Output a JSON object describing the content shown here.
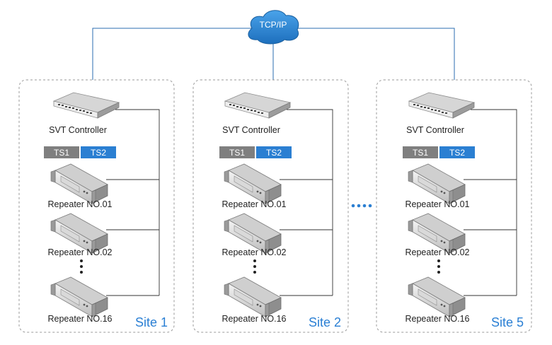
{
  "network": {
    "cloud_label": "TCP/IP"
  },
  "sites": [
    {
      "name": "Site 1",
      "controller_label": "SVT Controller",
      "timeslots": [
        "TS1",
        "TS2"
      ],
      "repeaters": [
        "Repeater NO.01",
        "Repeater NO.02",
        "Repeater NO.16"
      ]
    },
    {
      "name": "Site 2",
      "controller_label": "SVT Controller",
      "timeslots": [
        "TS1",
        "TS2"
      ],
      "repeaters": [
        "Repeater NO.01",
        "Repeater NO.02",
        "Repeater NO.16"
      ]
    },
    {
      "name": "Site 5",
      "controller_label": "SVT Controller",
      "timeslots": [
        "TS1",
        "TS2"
      ],
      "repeaters": [
        "Repeater NO.01",
        "Repeater NO.02",
        "Repeater NO.16"
      ]
    }
  ],
  "colors": {
    "link_line": "#2b6cb0",
    "site_label": "#2a7fd4",
    "ts1_fill": "#7f7f7f",
    "ts2_fill": "#2b7fd2",
    "cloud_fill": "#2d86d6",
    "box_border": "#9a9a9a"
  }
}
